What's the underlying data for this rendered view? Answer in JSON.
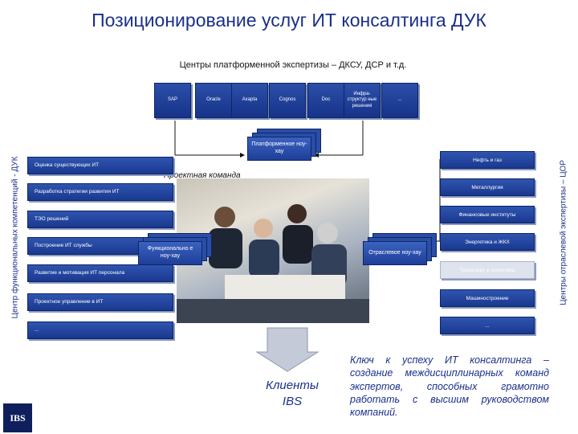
{
  "title": "Позиционирование услуг ИТ консалтинга ДУК",
  "subtitle": "Центры платформенной экспертизы – ДКСУ, ДСР и т.д.",
  "left_side_label": "Центр функциональных компетенций - ДУК",
  "right_side_label": "Центры отраслевой экспертизы – ЦОР",
  "platform_tabs": [
    "SAP",
    "Oracle",
    "Axapta",
    "Cognos",
    "Doc",
    "Инфра-структур ные решения",
    "..."
  ],
  "platform_stack": "Платформенное ноу-хау",
  "project_team": "Проектная команда",
  "functional_stack": "Функционально е ноу-хау",
  "industry_stack": "Отраслевое ноу-хау",
  "left_items": [
    "Оценка существующих ИТ",
    "Разработка стратегии развития ИТ",
    "ТЭО решений",
    "Построение ИТ службы",
    "Развитие и мотивация ИТ персонала",
    "Проектное управление в ИТ",
    "..."
  ],
  "right_items": [
    "Нефть и газ",
    "Металлургия",
    "Финансовые институты",
    "Энергетика и ЖКХ",
    "Транспорт и логистика",
    "Машиностроение",
    "..."
  ],
  "clients": "Клиенты IBS",
  "key_text": "Ключ к успеху ИТ консалтинга – создание междисциплинарных команд экспертов, способных грамотно работать с высшим руководством компаний.",
  "logo": "IBS"
}
